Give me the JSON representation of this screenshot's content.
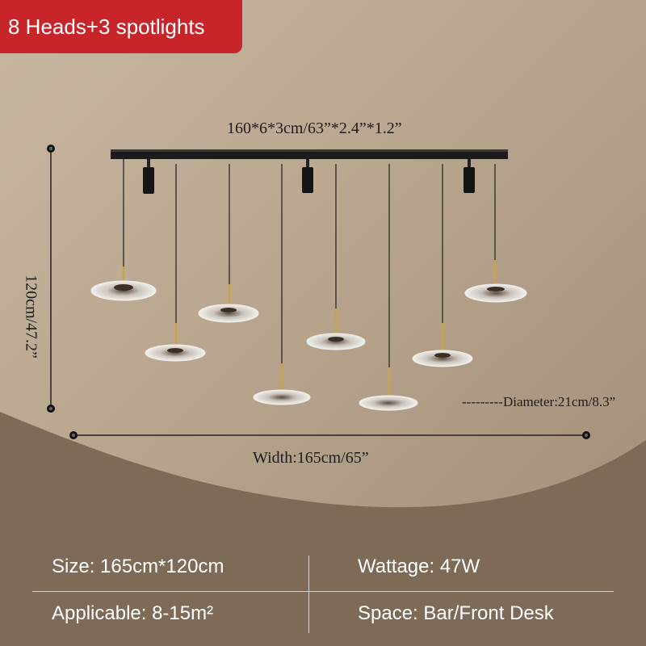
{
  "banner": {
    "text": "8 Heads+3 spotlights"
  },
  "dimensions": {
    "top": "160*6*3cm/63”*2.4”*1.2”",
    "height": "120cm/47.2”",
    "width": "Width:165cm/65”",
    "diameter": "---------Diameter:21cm/8.3”"
  },
  "specs": {
    "size": "Size: 165cm*120cm",
    "wattage": "Wattage: 47W",
    "applicable": "Applicable: 8-15m²",
    "space": "Space: Bar/Front Desk"
  },
  "colors": {
    "banner": "#c8252a",
    "background_light": "#c3b19b",
    "background_dark": "#7d6b58",
    "spec_text": "#ffffff"
  }
}
